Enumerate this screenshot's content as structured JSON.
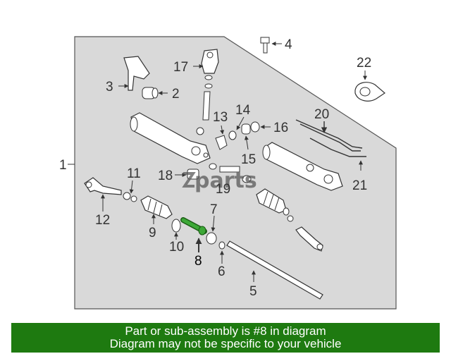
{
  "diagram": {
    "watermark": "parts",
    "callouts": [
      "1",
      "2",
      "3",
      "4",
      "5",
      "6",
      "7",
      "8",
      "9",
      "10",
      "11",
      "12",
      "13",
      "14",
      "15",
      "16",
      "17",
      "18",
      "19",
      "20",
      "21",
      "22"
    ],
    "highlighted_part": "8",
    "colors": {
      "panel": "#d9d9d9",
      "outline": "#555555",
      "part": "#ffffff",
      "highlight": "#3da837",
      "banner": "#1e7a10"
    }
  },
  "banner": {
    "line1": "Part or sub-assembly is #8 in diagram",
    "line2": "Diagram may not be specific to your vehicle"
  }
}
